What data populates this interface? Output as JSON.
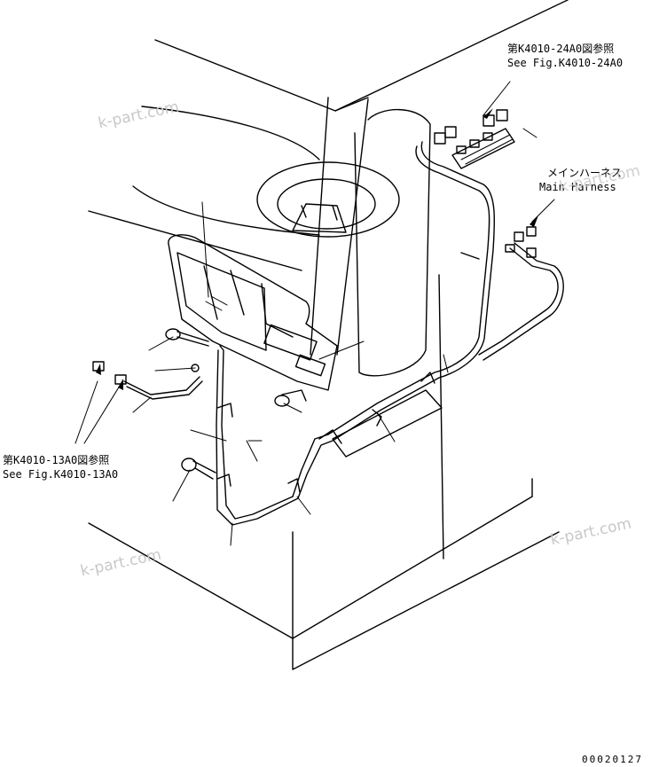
{
  "callouts": {
    "top_ref_jp": "第K4010-24A0図参照",
    "top_ref_en": "See Fig.K4010-24A0",
    "main_harness_jp": "メインハーネス",
    "main_harness_en": "Main Harness",
    "left_ref_jp": "第K4010-13A0図参照",
    "left_ref_en": "See Fig.K4010-13A0"
  },
  "watermarks": [
    "k-part.com",
    "k-part.com",
    "k-part.com",
    "k-part.com"
  ],
  "drawing_code": "00020127"
}
